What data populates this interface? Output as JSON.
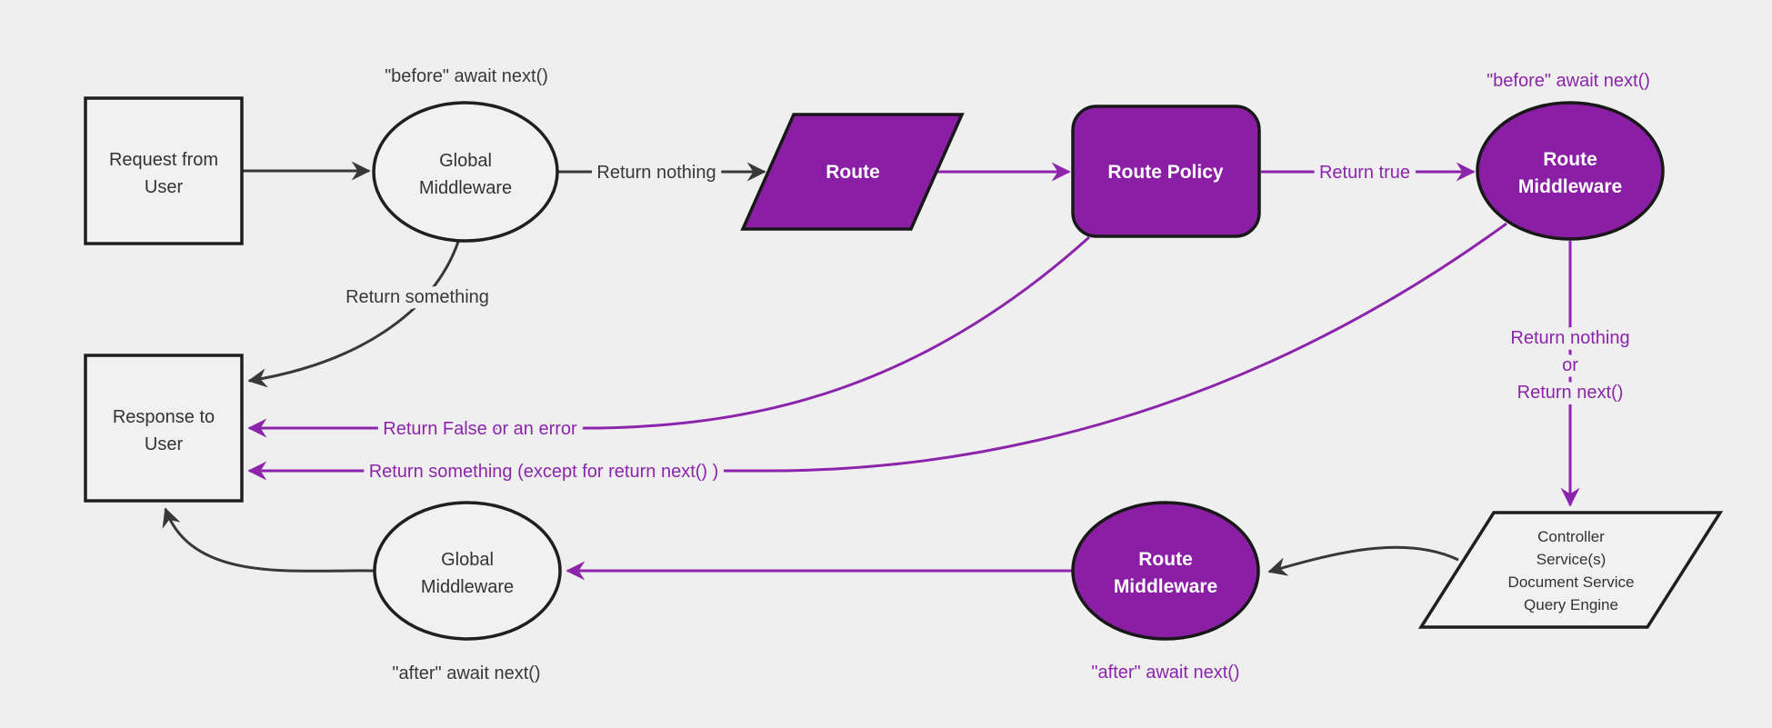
{
  "colors": {
    "background": "#efefef",
    "purple_fill": "#8a1fa5",
    "purple_accent": "#8c25ab",
    "dark_line": "#383838",
    "node_text": "#333333",
    "white_text": "#ffffff"
  },
  "nodes": {
    "request_from_user": {
      "line1": "Request from",
      "line2": "User"
    },
    "global_middleware_top": {
      "line1": "Global",
      "line2": "Middleware"
    },
    "route": {
      "label": "Route"
    },
    "route_policy": {
      "label": "Route Policy"
    },
    "route_middleware_top": {
      "line1": "Route",
      "line2": "Middleware"
    },
    "controller_services": {
      "line1": "Controller",
      "line2": "Service(s)",
      "line3": "Document Service",
      "line4": "Query Engine"
    },
    "response_to_user": {
      "line1": "Response to",
      "line2": "User"
    },
    "global_middleware_bottom": {
      "line1": "Global",
      "line2": "Middleware"
    },
    "route_middleware_bottom": {
      "line1": "Route",
      "line2": "Middleware"
    }
  },
  "edge_labels": {
    "before_await_next_global": "\"before\" await next()",
    "return_nothing": "Return nothing",
    "return_true": "Return true",
    "before_await_next_route": "\"before\" await next()",
    "return_nothing_or_line1": "Return nothing",
    "return_nothing_or_line2": "or",
    "return_nothing_or_line3": "Return next()",
    "return_something": "Return something",
    "return_false_or_error": "Return False or an error",
    "return_something_except": "Return something (except for return next() )",
    "after_await_next_global": "\"after\" await next()",
    "after_await_next_route": "\"after\" await next()"
  }
}
